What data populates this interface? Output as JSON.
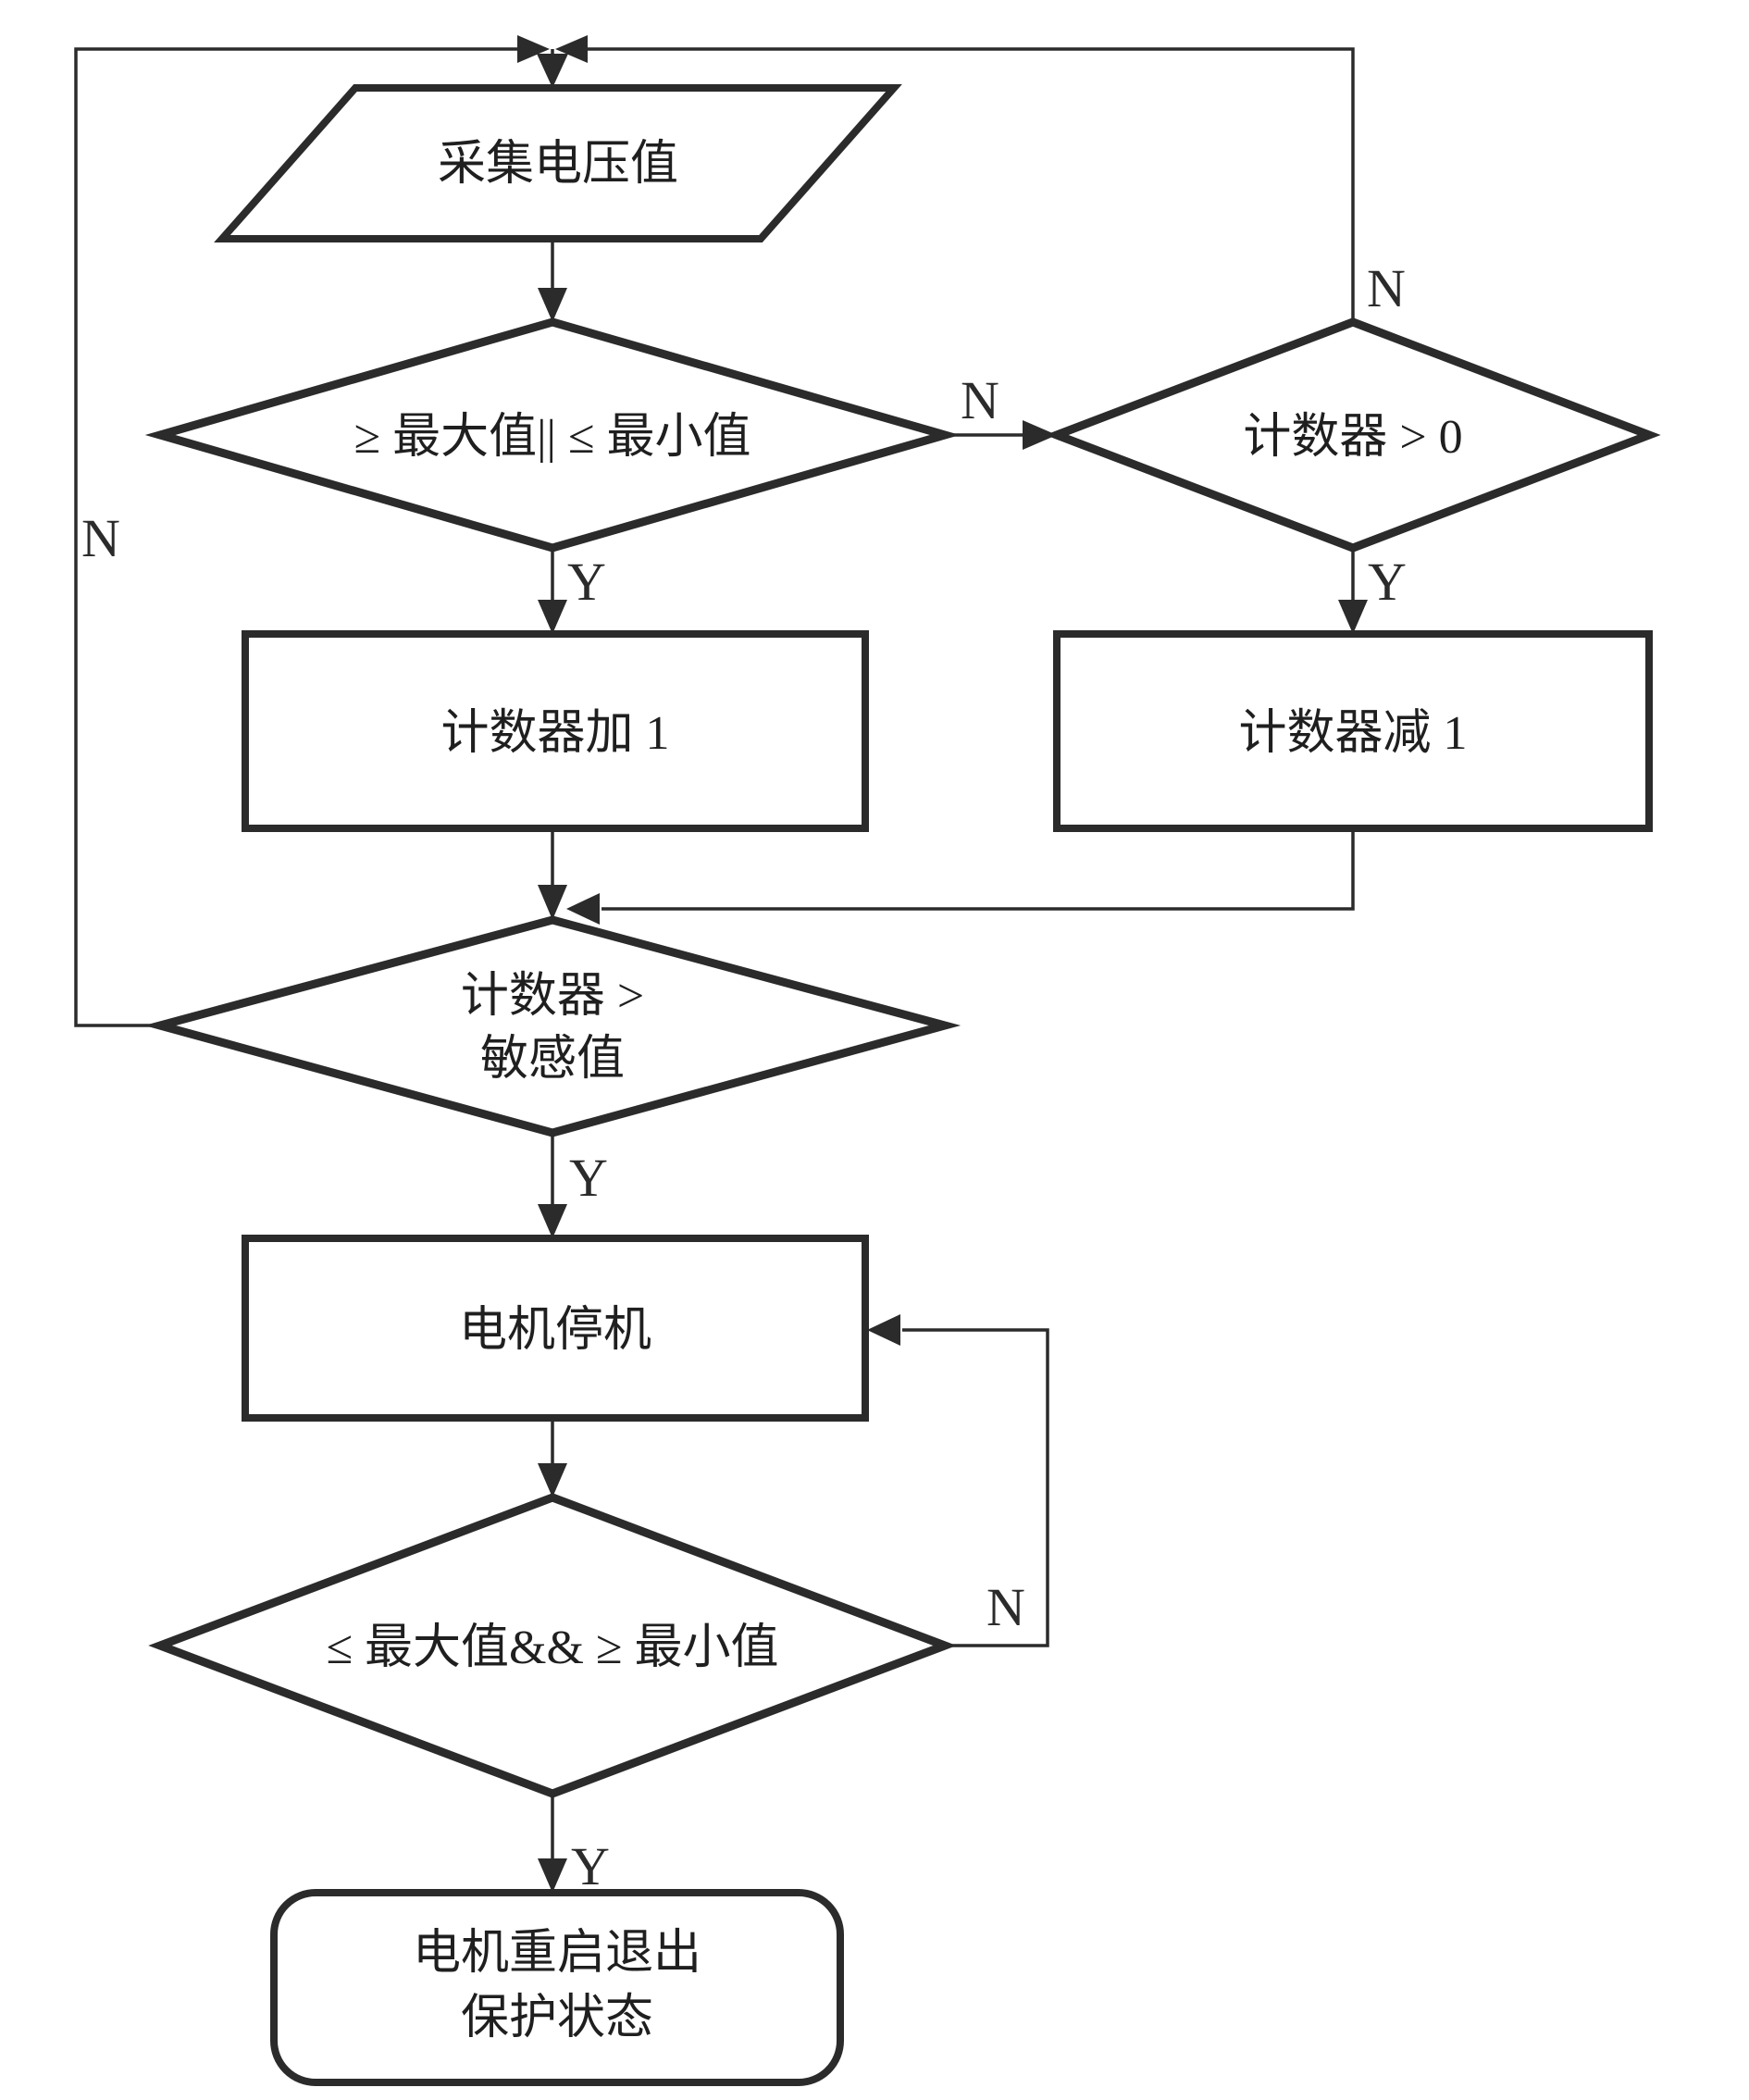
{
  "nodes": {
    "collect": {
      "type": "io",
      "label": "采集电压值"
    },
    "limit_check": {
      "type": "decision",
      "label": "≥ 最大值|| ≤ 最小值"
    },
    "counter_positive": {
      "type": "decision",
      "label": "计数器 > 0"
    },
    "counter_inc": {
      "type": "process",
      "label": "计数器加 1"
    },
    "counter_dec": {
      "type": "process",
      "label": "计数器减 1"
    },
    "counter_sensitive": {
      "type": "decision",
      "line1": "计数器 >",
      "line2": "敏感值"
    },
    "motor_stop": {
      "type": "process",
      "label": "电机停机"
    },
    "recovery_check": {
      "type": "decision",
      "label": "≤ 最大值&& ≥ 最小值"
    },
    "motor_restart": {
      "type": "terminal",
      "line1": "电机重启退出",
      "line2": "保护状态"
    }
  },
  "edge_labels": {
    "limit_no": "N",
    "limit_yes": "Y",
    "counter_no": "N",
    "counter_yes": "Y",
    "sensitive_no": "N",
    "sensitive_yes": "Y",
    "recovery_no": "N",
    "recovery_yes": "Y"
  },
  "colors": {
    "stroke": "#2b2b2b",
    "background": "#ffffff"
  }
}
